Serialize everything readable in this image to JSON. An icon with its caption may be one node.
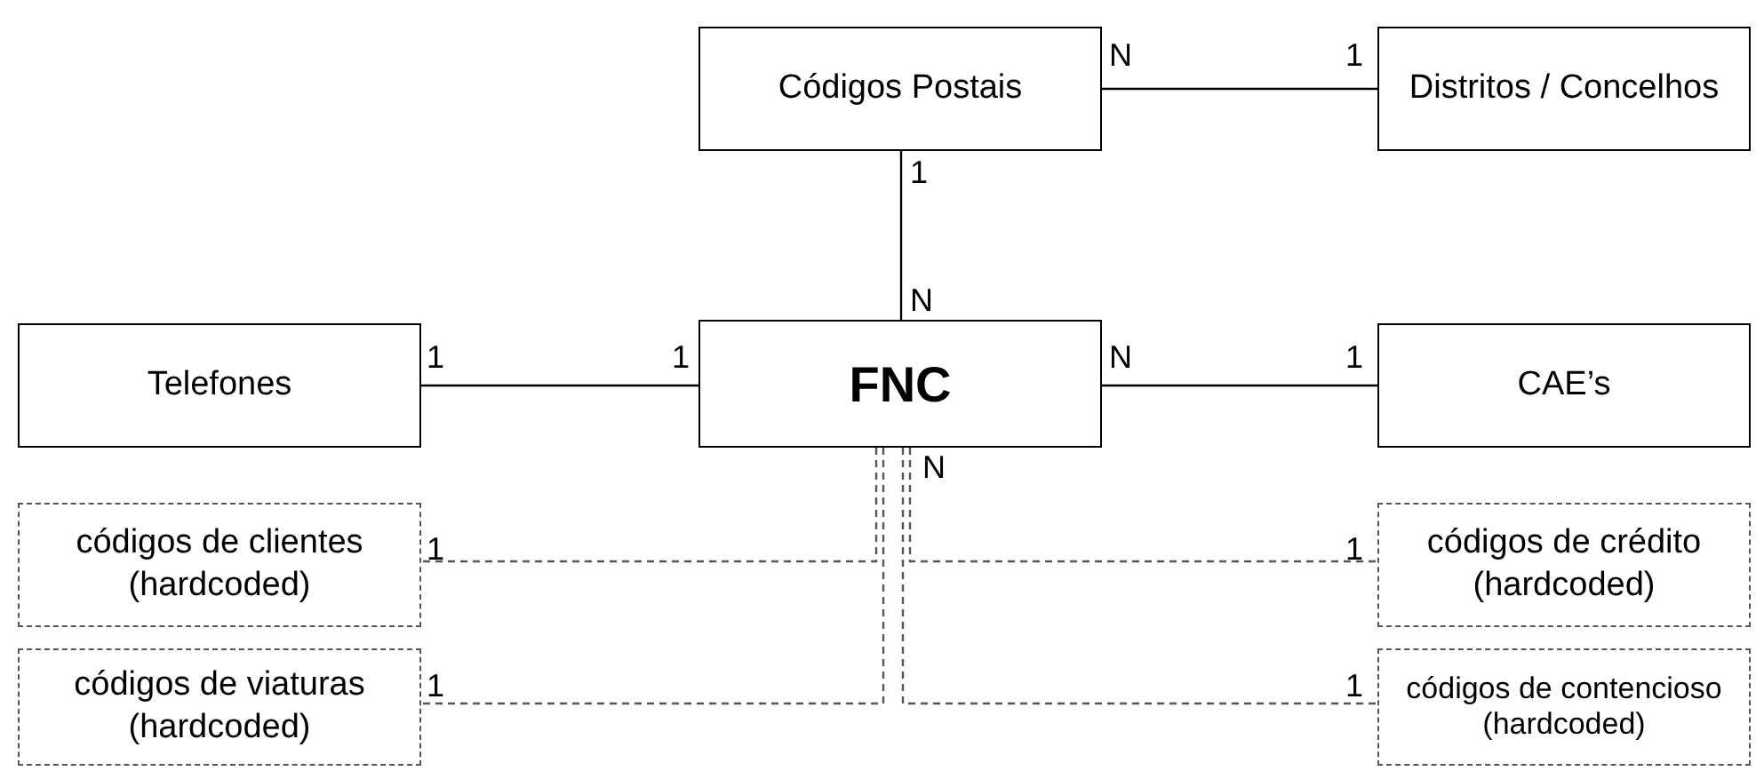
{
  "diagram": {
    "nodes": [
      {
        "text": [
          "Códigos Postais"
        ]
      },
      {
        "text": [
          "Distritos / Concelhos"
        ]
      },
      {
        "text": [
          "Telefones"
        ]
      },
      {
        "text": [
          "FNC"
        ]
      },
      {
        "text": [
          "CAE’s"
        ]
      },
      {
        "text": [
          "códigos de clientes (hardcoded)"
        ]
      },
      {
        "text": [
          "códigos de crédito (hardcoded)"
        ]
      },
      {
        "text": [
          "códigos de viaturas (hardcoded)"
        ]
      },
      {
        "text": [
          "códigos de contencioso (hardcoded)"
        ]
      }
    ],
    "edges": [
      {
        "from": 0,
        "to": 1,
        "arrow": "none"
      },
      {
        "from": 0,
        "to": 3,
        "arrow": "none"
      },
      {
        "from": 2,
        "to": 3,
        "arrow": "none"
      },
      {
        "from": 3,
        "to": 4,
        "arrow": "none"
      },
      {
        "from": 3,
        "to": 5,
        "arrow": "none",
        "style": "dashed"
      },
      {
        "from": 3,
        "to": 7,
        "arrow": "none",
        "style": "dashed"
      },
      {
        "from": 3,
        "to": 6,
        "arrow": "none",
        "style": "dashed"
      },
      {
        "from": 3,
        "to": 8,
        "arrow": "none",
        "style": "dashed"
      }
    ],
    "labels": [
      "N",
      "1",
      "1",
      "N",
      "1",
      "1",
      "N",
      "1",
      "N",
      "1",
      "1",
      "1",
      "1"
    ]
  }
}
